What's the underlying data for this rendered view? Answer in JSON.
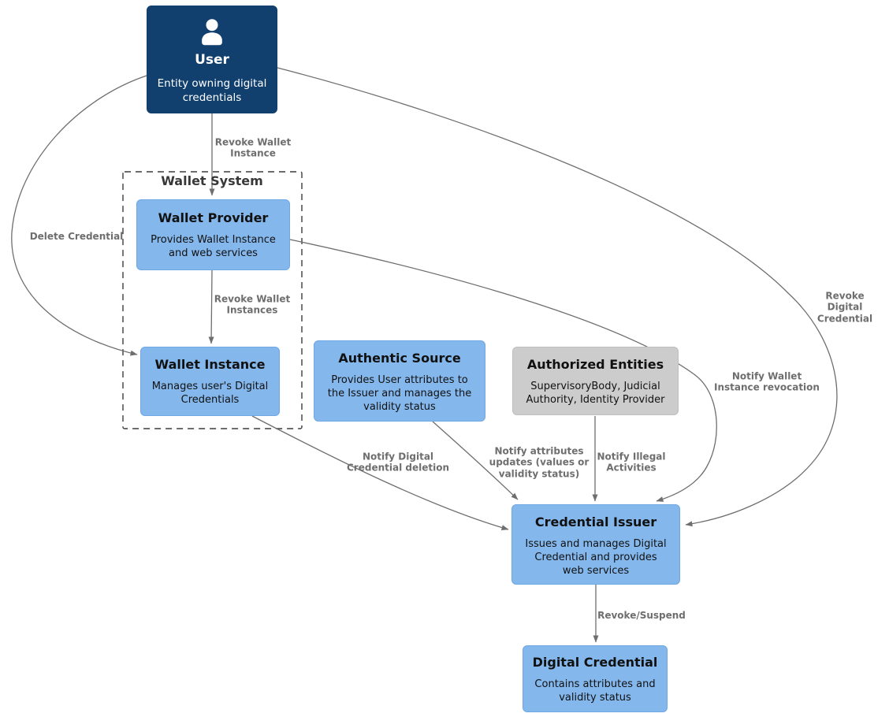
{
  "colors": {
    "node_blue": "#84b7ec",
    "node_blue_border": "#6fa7e3",
    "node_dark": "#113f6e",
    "node_gray": "#cccccc",
    "node_gray_border": "#bfbfbf",
    "edge_color": "#6e6e6e",
    "edge_label_color": "#6e6e6e",
    "dashed_border": "#3c3c3c",
    "text_color": "#111111"
  },
  "cluster": {
    "wallet_system": {
      "title": "Wallet System"
    }
  },
  "nodes": {
    "user": {
      "title": "User",
      "desc": "Entity owning digital\ncredentials",
      "icon": "user-person-icon"
    },
    "wallet_provider": {
      "title": "Wallet Provider",
      "desc": "Provides Wallet Instance\nand web services"
    },
    "wallet_instance": {
      "title": "Wallet Instance",
      "desc": "Manages user's Digital\nCredentials"
    },
    "authentic_source": {
      "title": "Authentic Source",
      "desc": "Provides User attributes to\nthe Issuer and manages the\nvalidity status"
    },
    "authorized_entities": {
      "title": "Authorized Entities",
      "desc": "SupervisoryBody, Judicial\nAuthority, Identity Provider"
    },
    "credential_issuer": {
      "title": "Credential Issuer",
      "desc": "Issues and manages Digital\nCredential and provides\nweb services"
    },
    "digital_credential": {
      "title": "Digital Credential",
      "desc": "Contains attributes and\nvalidity status"
    }
  },
  "edges": {
    "revoke_wallet_instance": {
      "from": "user",
      "to": "wallet_provider",
      "label": "Revoke Wallet\nInstance"
    },
    "revoke_wallet_instances": {
      "from": "wallet_provider",
      "to": "wallet_instance",
      "label": "Revoke Wallet\nInstances"
    },
    "delete_credential": {
      "from": "user",
      "to": "wallet_instance",
      "label": "Delete Credential"
    },
    "revoke_digital_credential": {
      "from": "user",
      "to": "credential_issuer",
      "label": "Revoke Digital\nCredential"
    },
    "notify_wallet_instance_revocation": {
      "from": "wallet_provider",
      "to": "credential_issuer",
      "label": "Notify Wallet\nInstance revocation"
    },
    "notify_digital_credential_deletion": {
      "from": "wallet_instance",
      "to": "credential_issuer",
      "label": "Notify Digital\nCredential deletion"
    },
    "notify_attributes_updates": {
      "from": "authentic_source",
      "to": "credential_issuer",
      "label": "Notify attributes\nupdates (values or\nvalidity status)"
    },
    "notify_illegal_activities": {
      "from": "authorized_entities",
      "to": "credential_issuer",
      "label": "Notify Illegal\nActivities"
    },
    "revoke_suspend": {
      "from": "credential_issuer",
      "to": "digital_credential",
      "label": "Revoke/Suspend"
    }
  }
}
